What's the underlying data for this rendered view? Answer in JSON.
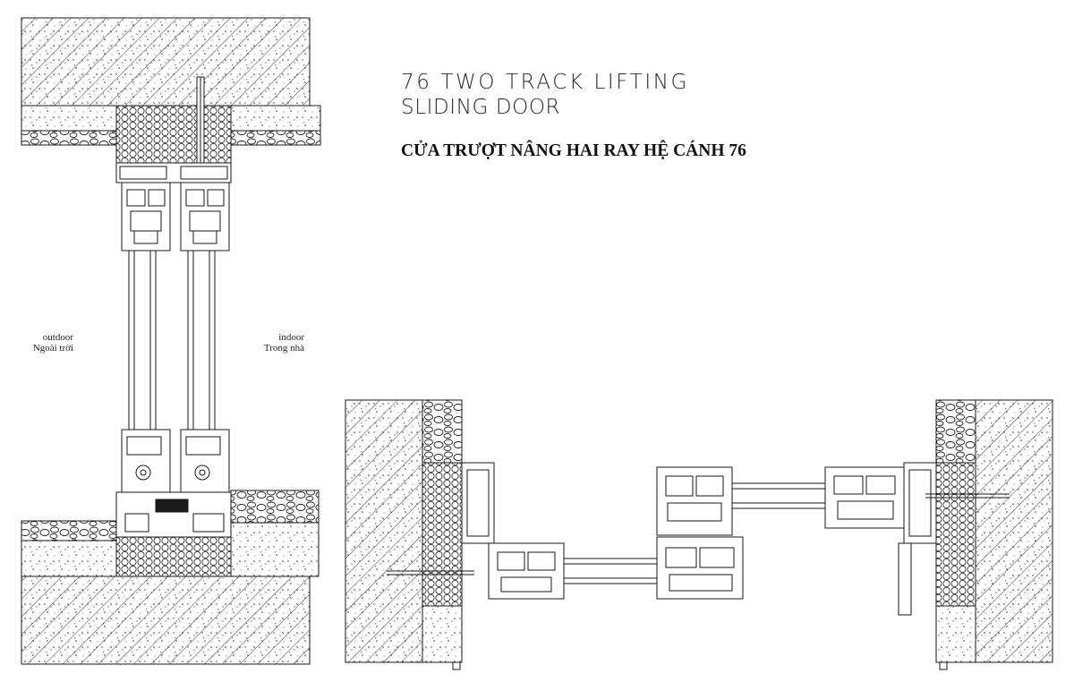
{
  "title": {
    "line1": "76 TWO TRACK LIFTING",
    "line2": "SLIDING DOOR",
    "subtitle": "CỬA TRƯỢT NÂNG HAI RAY HỆ CÁNH 76"
  },
  "labels": {
    "outdoor_en": "outdoor",
    "outdoor_vi": "Ngoài trời",
    "indoor_en": "indoor",
    "indoor_vi": "Trong nhà"
  },
  "colors": {
    "line": "#1a1a1a",
    "background": "#ffffff"
  }
}
